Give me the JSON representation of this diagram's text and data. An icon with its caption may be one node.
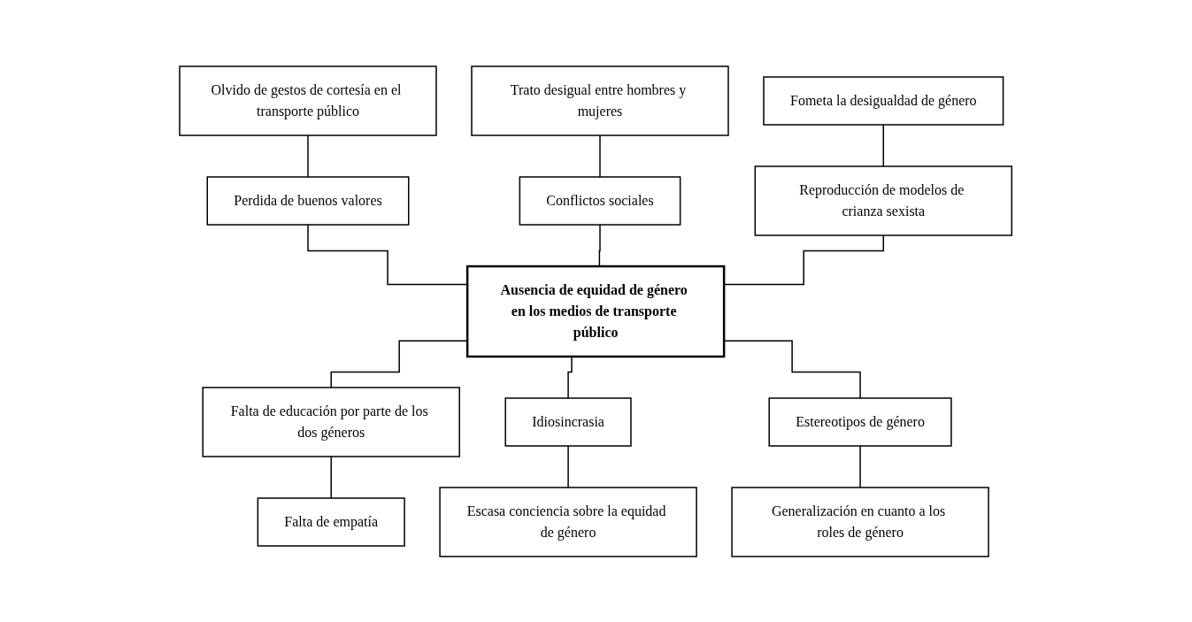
{
  "diagram": {
    "nodes": [
      {
        "text": [
          "Olvido de gestos de cortesía en el transporte público"
        ]
      },
      {
        "text": [
          "Trato desigual entre hombres y mujeres"
        ]
      },
      {
        "text": [
          "Fometa la desigualdad de género"
        ]
      },
      {
        "text": [
          "Perdida de buenos valores"
        ]
      },
      {
        "text": [
          "Conflictos sociales"
        ]
      },
      {
        "text": [
          "Reproducción de modelos de crianza sexista"
        ]
      },
      {
        "text": [
          "Ausencia de equidad de género en los medios de transporte público"
        ]
      },
      {
        "text": [
          "Falta de educación por parte de los dos géneros"
        ]
      },
      {
        "text": [
          "Idiosincrasia"
        ]
      },
      {
        "text": [
          "Estereotipos de género"
        ]
      },
      {
        "text": [
          "Falta de empatía"
        ]
      },
      {
        "text": [
          "Escasa conciencia sobre la equidad de género"
        ]
      },
      {
        "text": [
          "Generalización en cuanto a los roles de género"
        ]
      }
    ],
    "edges": [
      {
        "from": 0,
        "to": 3,
        "arrow": "none"
      },
      {
        "from": 1,
        "to": 4,
        "arrow": "none"
      },
      {
        "from": 2,
        "to": 5,
        "arrow": "none"
      },
      {
        "from": 3,
        "to": 6,
        "arrow": "none"
      },
      {
        "from": 4,
        "to": 6,
        "arrow": "none"
      },
      {
        "from": 5,
        "to": 6,
        "arrow": "none"
      },
      {
        "from": 6,
        "to": 7,
        "arrow": "none"
      },
      {
        "from": 6,
        "to": 8,
        "arrow": "none"
      },
      {
        "from": 6,
        "to": 9,
        "arrow": "none"
      },
      {
        "from": 7,
        "to": 10,
        "arrow": "none"
      },
      {
        "from": 8,
        "to": 11,
        "arrow": "none"
      },
      {
        "from": 9,
        "to": 12,
        "arrow": "none"
      }
    ]
  }
}
